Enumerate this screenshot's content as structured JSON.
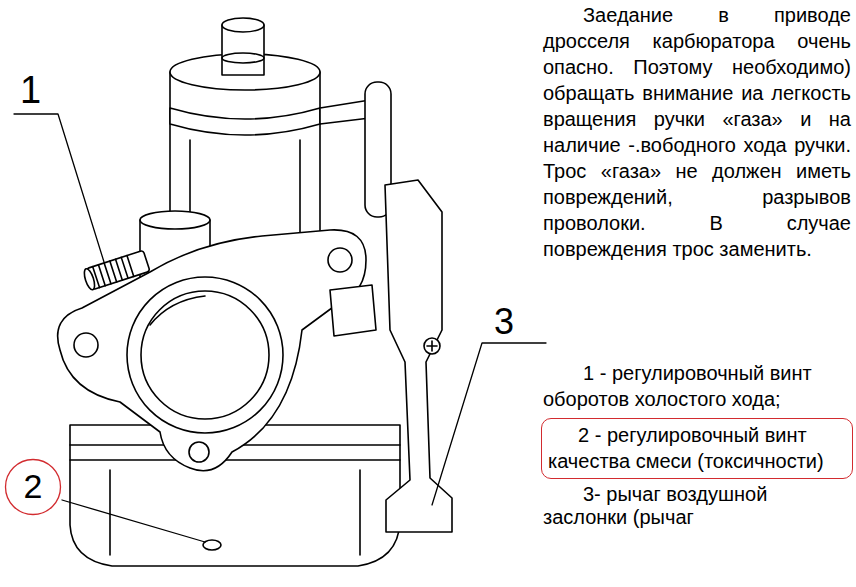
{
  "diagram": {
    "nodes": [
      {
        "text": [
          "2"
        ]
      },
      {
        "text": [
          "2 - регулировочный винт качества смеси (токсичности)"
        ]
      }
    ],
    "labels": [
      "1",
      "3",
      "Заедание в приводе дросселя карбюратора очень опасно. Поэтому необходимо) обращать внимание иа легкость вращения ручки «газа» и на наличие -.вободного хода ручки. Трос «газа» не должен иметь повреждений, разрывов проволоки. В случае повреждения трос заменить.",
      "1 - регулировочный винт оборотов холостого хода;",
      "3- рычаг воздушной заслонки (рычаг"
    ]
  }
}
